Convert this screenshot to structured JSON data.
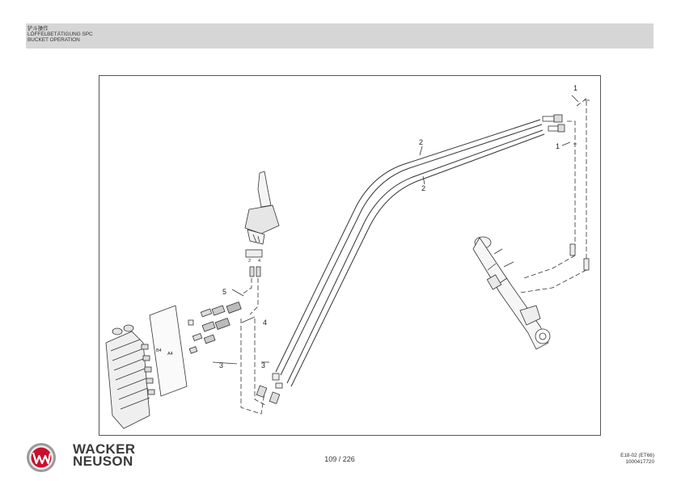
{
  "header": {
    "title_cn": "铲斗操作",
    "title_de": "LÖFFELBETÄTIGUNG SPC",
    "title_en": "BUCKET OPERATION"
  },
  "diagram": {
    "callouts": [
      "1",
      "1",
      "2",
      "2",
      "3",
      "3",
      "4",
      "5"
    ],
    "port_labels": [
      "2",
      "4",
      "B4",
      "A4"
    ]
  },
  "footer": {
    "brand_line1": "WACKER",
    "brand_line2": "NEUSON",
    "page": "109 / 226",
    "doc_code": "E18-02 (ET66)",
    "doc_number": "1000417720"
  },
  "colors": {
    "header_bg": "#d6d6d6",
    "logo_red": "#c8102e",
    "text": "#333333"
  }
}
